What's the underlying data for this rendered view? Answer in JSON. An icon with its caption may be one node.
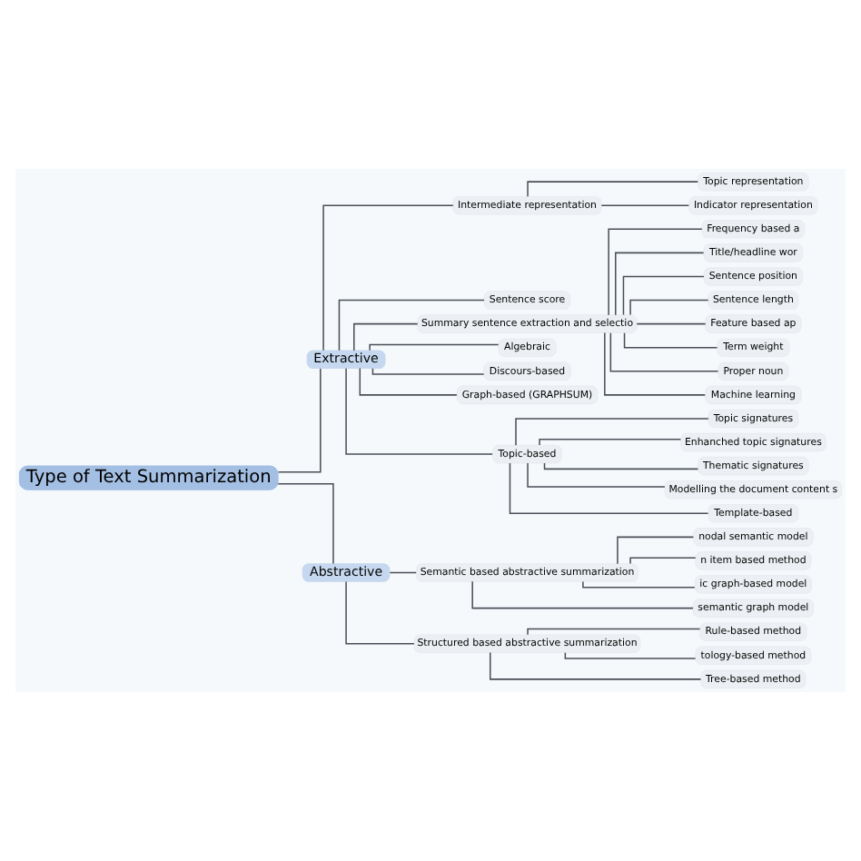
{
  "diagram": {
    "nodes": [
      {
        "text": [
          "Type of Text Summarization"
        ]
      },
      {
        "text": [
          "Extractive"
        ]
      },
      {
        "text": [
          "Abstractive"
        ]
      },
      {
        "text": [
          "Semantic based abstractive summarization"
        ]
      },
      {
        "text": [
          "nodal semantic model"
        ]
      },
      {
        "text": [
          "n item based method"
        ]
      },
      {
        "text": [
          "ic graph-based model"
        ]
      },
      {
        "text": [
          "semantic graph model"
        ]
      },
      {
        "text": [
          "Structured based abstractive summarization"
        ]
      },
      {
        "text": [
          "Rule-based method"
        ]
      },
      {
        "text": [
          "tology-based method"
        ]
      },
      {
        "text": [
          "Tree-based method"
        ]
      },
      {
        "text": [
          "Intermediate representation"
        ]
      },
      {
        "text": [
          "Topic representation"
        ]
      },
      {
        "text": [
          "Indicator representation"
        ]
      },
      {
        "text": [
          "Sentence score"
        ]
      },
      {
        "text": [
          "Summary sentence extraction and selectio"
        ]
      },
      {
        "text": [
          "Frequency based a"
        ]
      },
      {
        "text": [
          "Title/headline wor"
        ]
      },
      {
        "text": [
          "Sentence position"
        ]
      },
      {
        "text": [
          "Sentence length"
        ]
      },
      {
        "text": [
          "Feature based ap"
        ]
      },
      {
        "text": [
          "Term weight"
        ]
      },
      {
        "text": [
          "Proper noun"
        ]
      },
      {
        "text": [
          "Machine learning"
        ]
      },
      {
        "text": [
          "Algebraic"
        ]
      },
      {
        "text": [
          "Discours-based"
        ]
      },
      {
        "text": [
          "Graph-based (GRAPHSUM)"
        ]
      },
      {
        "text": [
          "Topic-based"
        ]
      },
      {
        "text": [
          "Topic signatures"
        ]
      },
      {
        "text": [
          "Enhanched topic signatures"
        ]
      },
      {
        "text": [
          "Thematic signatures"
        ]
      },
      {
        "text": [
          "Modelling the document content s"
        ]
      },
      {
        "text": [
          "Template-based"
        ]
      }
    ],
    "edges": [
      {
        "from": 0,
        "to": 1,
        "arrow": "none"
      },
      {
        "from": 0,
        "to": 2,
        "arrow": "none"
      },
      {
        "from": 2,
        "to": 3,
        "arrow": "none"
      },
      {
        "from": 3,
        "to": 4,
        "arrow": "none"
      },
      {
        "from": 3,
        "to": 5,
        "arrow": "none"
      },
      {
        "from": 3,
        "to": 6,
        "arrow": "none"
      },
      {
        "from": 3,
        "to": 7,
        "arrow": "none"
      },
      {
        "from": 2,
        "to": 8,
        "arrow": "none"
      },
      {
        "from": 8,
        "to": 9,
        "arrow": "none"
      },
      {
        "from": 8,
        "to": 10,
        "arrow": "none"
      },
      {
        "from": 8,
        "to": 11,
        "arrow": "none"
      },
      {
        "from": 1,
        "to": 12,
        "arrow": "none"
      },
      {
        "from": 12,
        "to": 13,
        "arrow": "none"
      },
      {
        "from": 12,
        "to": 14,
        "arrow": "none"
      },
      {
        "from": 1,
        "to": 15,
        "arrow": "none"
      },
      {
        "from": 1,
        "to": 16,
        "arrow": "none"
      },
      {
        "from": 16,
        "to": 17,
        "arrow": "none"
      },
      {
        "from": 16,
        "to": 18,
        "arrow": "none"
      },
      {
        "from": 16,
        "to": 19,
        "arrow": "none"
      },
      {
        "from": 16,
        "to": 20,
        "arrow": "none"
      },
      {
        "from": 16,
        "to": 21,
        "arrow": "none"
      },
      {
        "from": 16,
        "to": 22,
        "arrow": "none"
      },
      {
        "from": 16,
        "to": 23,
        "arrow": "none"
      },
      {
        "from": 16,
        "to": 24,
        "arrow": "none"
      },
      {
        "from": 1,
        "to": 25,
        "arrow": "none"
      },
      {
        "from": 1,
        "to": 26,
        "arrow": "none"
      },
      {
        "from": 1,
        "to": 27,
        "arrow": "none"
      },
      {
        "from": 1,
        "to": 28,
        "arrow": "none"
      },
      {
        "from": 28,
        "to": 29,
        "arrow": "none"
      },
      {
        "from": 28,
        "to": 30,
        "arrow": "none"
      },
      {
        "from": 28,
        "to": 31,
        "arrow": "none"
      },
      {
        "from": 28,
        "to": 32,
        "arrow": "none"
      },
      {
        "from": 28,
        "to": 33,
        "arrow": "none"
      }
    ]
  }
}
